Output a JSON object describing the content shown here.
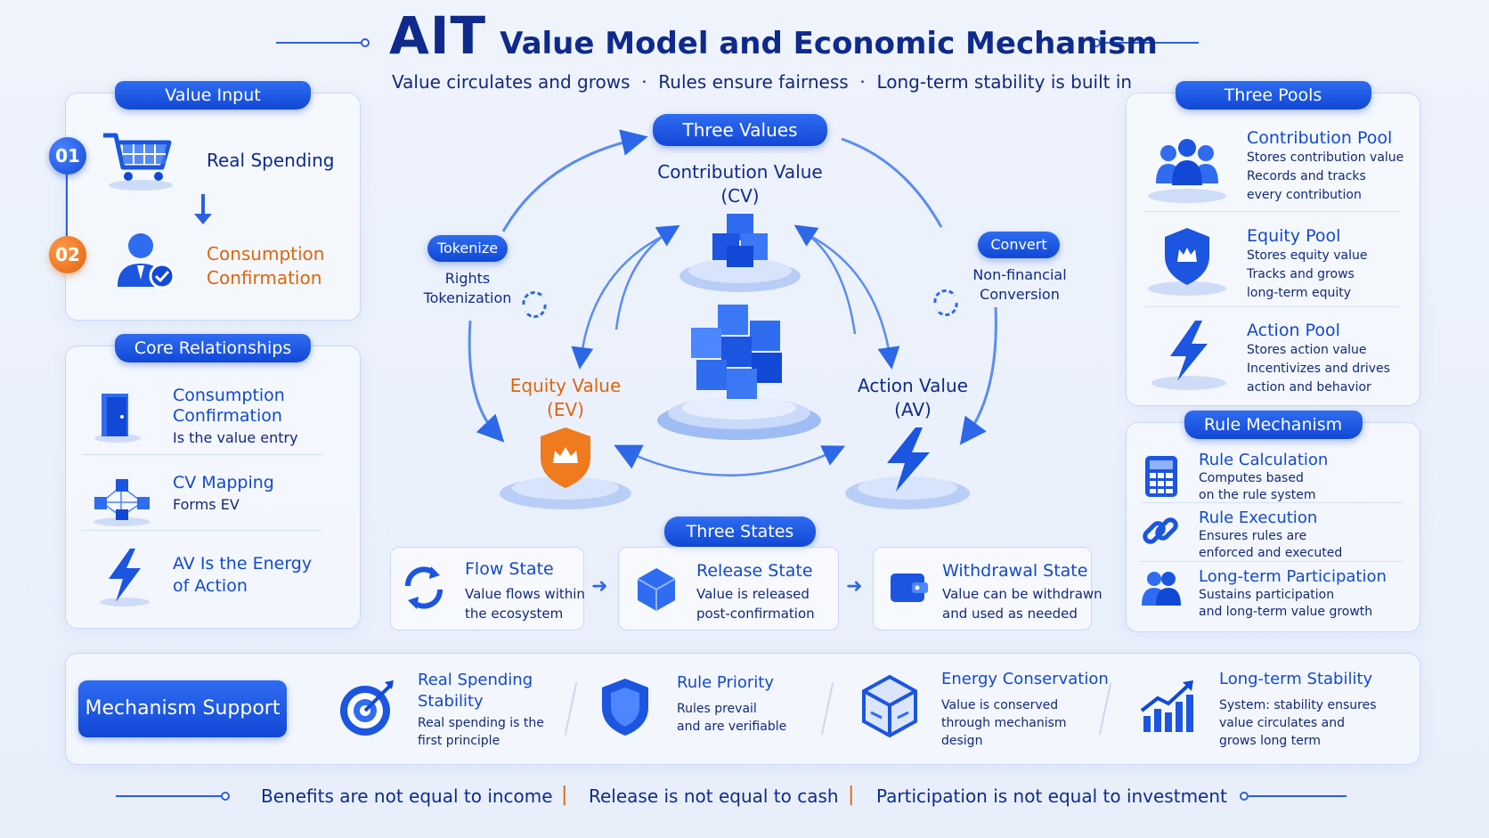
{
  "header": {
    "ait": "AIT",
    "title": "Value Model and Economic Mechanism",
    "subtitle": "Value circulates and grows  ·  Rules ensure fairness  ·  Long-term stability is built in"
  },
  "value_input": {
    "title": "Value Input",
    "items": [
      {
        "num": "01",
        "label": "Real Spending"
      },
      {
        "num": "02",
        "label1": "Consumption",
        "label2": "Confirmation"
      }
    ]
  },
  "core": {
    "title": "Core Relationships",
    "items": [
      {
        "t1": "Consumption",
        "t2": "Confirmation",
        "d": "Is the value entry"
      },
      {
        "t1": "CV Mapping",
        "d": "Forms EV"
      },
      {
        "t1": "AV Is the Energy",
        "t2": "of Action"
      }
    ]
  },
  "center": {
    "three_values": "Three Values",
    "cv1": "Contribution Value",
    "cv2": "(CV)",
    "ev1": "Equity Value",
    "ev2": "(EV)",
    "av1": "Action Value",
    "av2": "(AV)",
    "tokenize": "Tokenize",
    "tok1": "Rights",
    "tok2": "Tokenization",
    "convert": "Convert",
    "conv1": "Non-financial",
    "conv2": "Conversion"
  },
  "states": {
    "title": "Three States",
    "items": [
      {
        "t": "Flow State",
        "d1": "Value flows within",
        "d2": "the ecosystem"
      },
      {
        "t": "Release State",
        "d1": "Value is released",
        "d2": "post-confirmation"
      },
      {
        "t": "Withdrawal State",
        "d1": "Value can be withdrawn",
        "d2": "and used as needed"
      }
    ]
  },
  "pools": {
    "title": "Three Pools",
    "items": [
      {
        "t": "Contribution Pool",
        "d1": "Stores contribution value",
        "d2": "Records and tracks",
        "d3": "every contribution"
      },
      {
        "t": "Equity Pool",
        "d1": "Stores equity value",
        "d2": "Tracks and grows",
        "d3": "long-term equity"
      },
      {
        "t": "Action Pool",
        "d1": "Stores action value",
        "d2": "Incentivizes and drives",
        "d3": "action and behavior"
      }
    ]
  },
  "rules": {
    "title": "Rule Mechanism",
    "items": [
      {
        "t": "Rule Calculation",
        "d1": "Computes based",
        "d2": "on the rule system"
      },
      {
        "t": "Rule Execution",
        "d1": "Ensures rules are",
        "d2": "enforced and executed"
      },
      {
        "t": "Long-term Participation",
        "d1": "Sustains participation",
        "d2": "and long-term value growth"
      }
    ]
  },
  "support": {
    "title": "Mechanism Support",
    "items": [
      {
        "t1": "Real Spending",
        "t2": "Stability",
        "d1": "Real spending is the",
        "d2": "first principle"
      },
      {
        "t1": "Rule Priority",
        "d1": "Rules prevail",
        "d2": "and are verifiable"
      },
      {
        "t1": "Energy Conservation",
        "d1": "Value is conserved",
        "d2": "through mechanism",
        "d3": "design"
      },
      {
        "t1": "Long-term Stability",
        "d1": "System: stability ensures",
        "d2": "value circulates and",
        "d3": "grows long term"
      }
    ]
  },
  "footer": {
    "f1": "Benefits are not equal to income",
    "f2": "Release is not equal to cash",
    "f3": "Participation is not equal to investment",
    "sep": "|"
  },
  "colors": {
    "primary": "#1148d6",
    "accent": "#e0640e",
    "text": "#0e2a8c"
  }
}
